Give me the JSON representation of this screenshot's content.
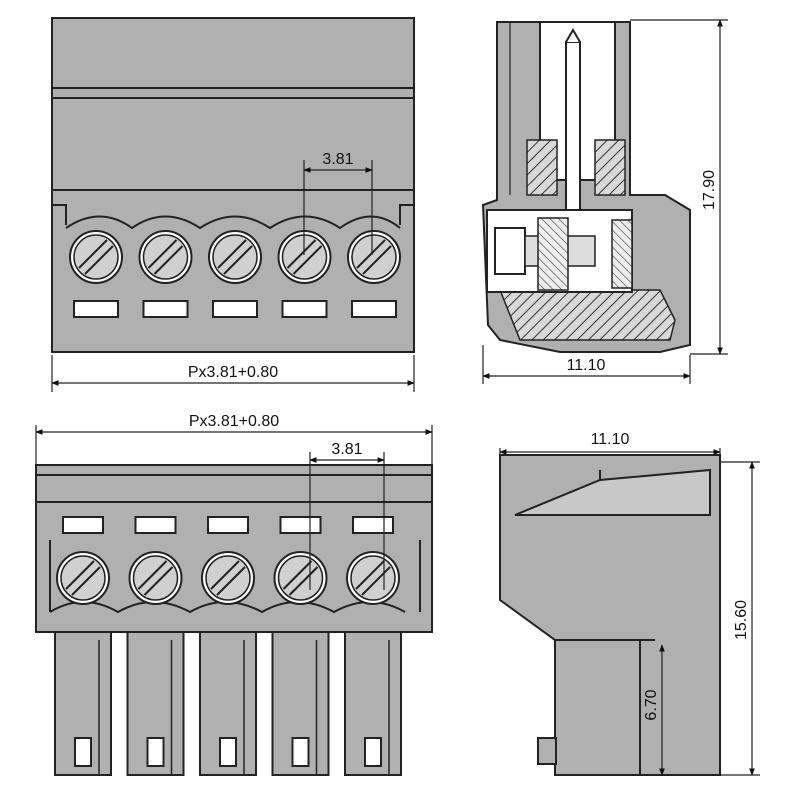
{
  "labels": {
    "top_front_pitch": "3.81",
    "top_front_width": "Px3.81+0.80",
    "top_side_height": "17.90",
    "top_side_depth": "11.10",
    "bottom_front_width": "Px3.81+0.80",
    "bottom_front_pitch": "3.81",
    "bottom_side_depth": "11.10",
    "bottom_side_height": "15.60",
    "bottom_side_pin": "6.70"
  },
  "terminal_count": 5,
  "colors": {
    "body_fill": "#b0b0b0",
    "line": "#222222"
  }
}
